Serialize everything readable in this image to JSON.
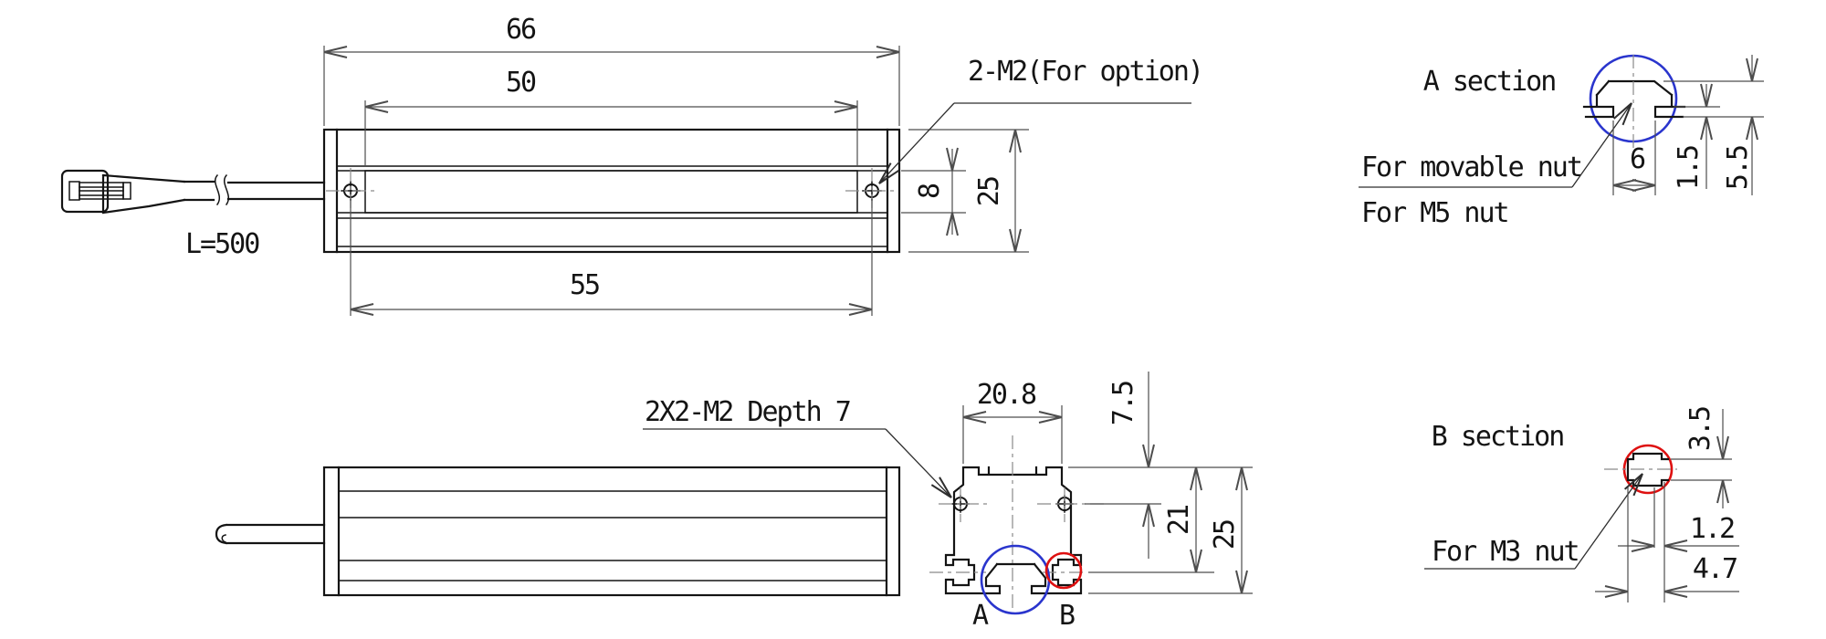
{
  "side_view": {
    "dim_overall_length": "66",
    "dim_emitting_window": "50",
    "dim_screw_pitch": "55",
    "dim_window_height": "8",
    "dim_body_height": "25",
    "option_screw_note": "2-M2(For option)",
    "cable_length_note": "L=500"
  },
  "bottom_view": {
    "mount_screw_note": "2X2-M2 Depth 7"
  },
  "end_view": {
    "dim_top_width": "20.8",
    "dim_screw_offset": "7.5",
    "dim_groove_center": "21",
    "dim_overall_height": "25",
    "detail_a_label": "A",
    "detail_b_label": "B"
  },
  "detail_a": {
    "title": "A section",
    "movable_nut_note": "For movable nut",
    "m5_nut_note": "For M5 nut",
    "dim_groove_mouth": "6",
    "dim_lip_thickness": "1.5",
    "dim_groove_depth": "5.5"
  },
  "detail_b": {
    "title": "B section",
    "m3_nut_note": "For M3 nut",
    "dim_cavity_height": "3.5",
    "dim_neck_width": "1.2",
    "dim_slot_depth": "4.7"
  },
  "colors": {
    "line": "#141414",
    "dim_line": "#4d4d4d",
    "detail_a_circle": "#2a35cd",
    "detail_b_circle": "#de1010"
  }
}
